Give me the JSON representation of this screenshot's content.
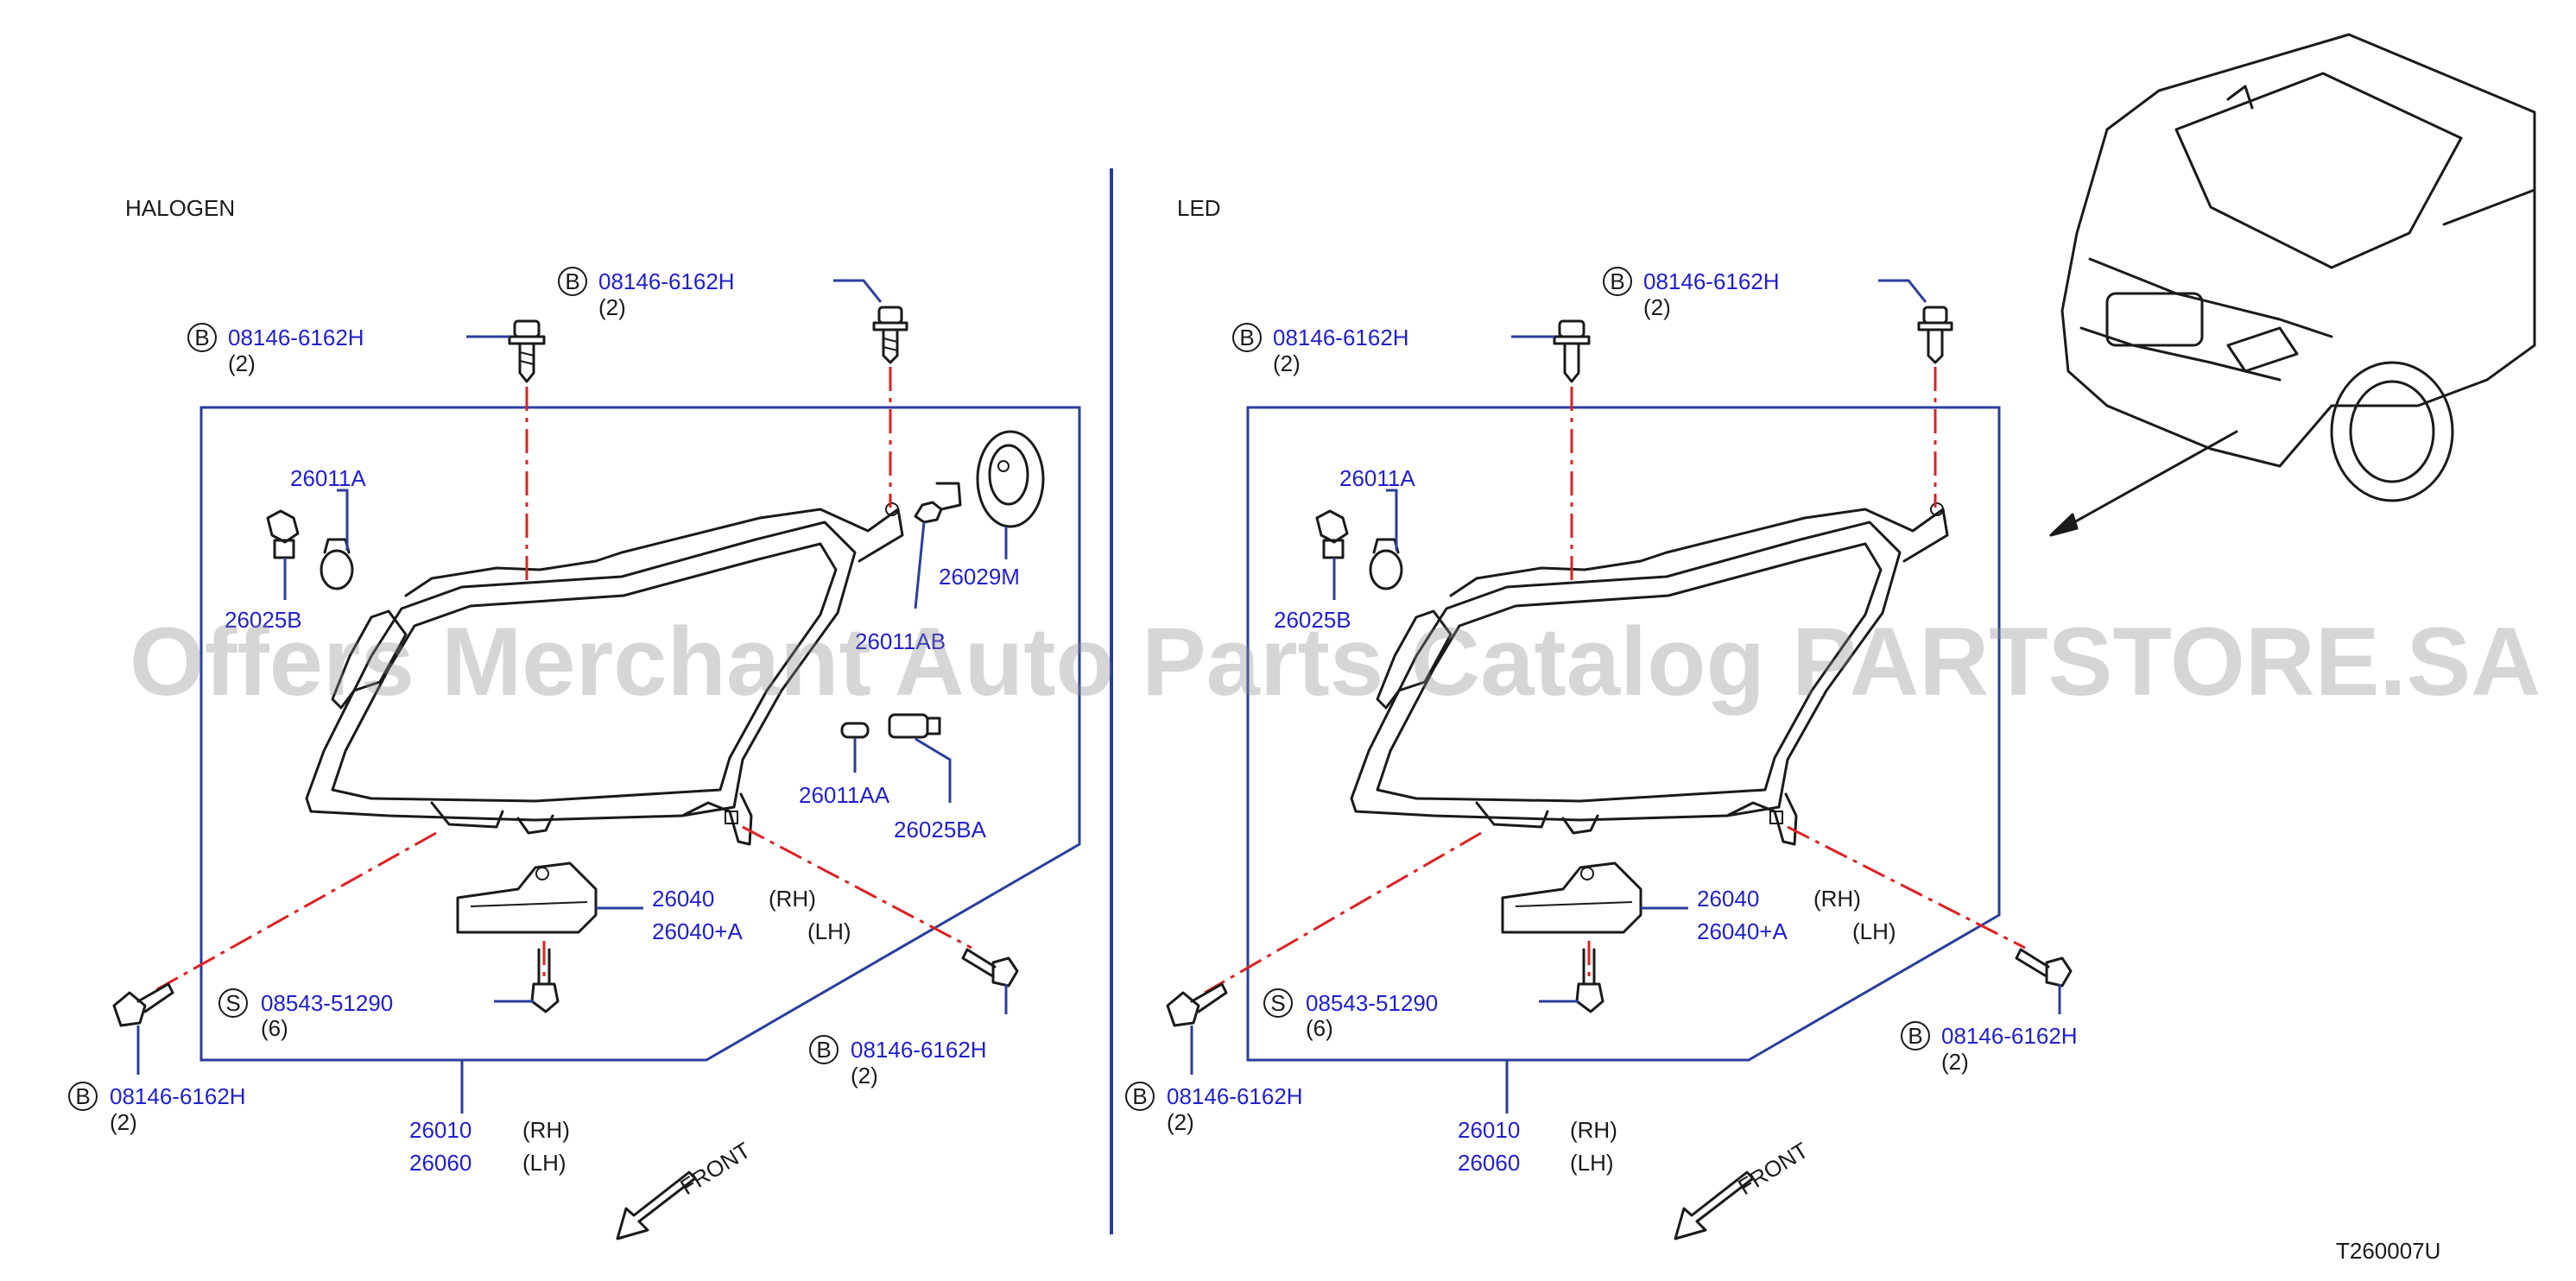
{
  "sections": {
    "left": {
      "title": "HALOGEN"
    },
    "right": {
      "title": "LED"
    }
  },
  "parts": {
    "bolt_08146": "08146-6162H",
    "screw_08543": "08543-51290",
    "bulb_26011A": "26011A",
    "socket_26025B": "26025B",
    "bulb_26011AB": "26011AB",
    "cap_26029M": "26029M",
    "bulb_26011AA": "26011AA",
    "socket_26025BA": "26025BA",
    "bracket_rh": "26040",
    "bracket_lh": "26040+A",
    "lamp_rh": "26010",
    "lamp_lh": "26060"
  },
  "qty": {
    "two": "(2)",
    "six": "(6)"
  },
  "side": {
    "rh": "(RH)",
    "lh": "(LH)"
  },
  "symbols": {
    "bolt": "B",
    "screw": "S"
  },
  "front_label": "FRONT",
  "diagram_code": "T260007U",
  "watermark": "Offers Merchant Auto Parts Catalog PARTSTORE.SA",
  "colors": {
    "part_number": "#1f1fd0",
    "frame": "#2a3e9e",
    "centerline": "#e02020",
    "text": "#1a1a1a"
  }
}
